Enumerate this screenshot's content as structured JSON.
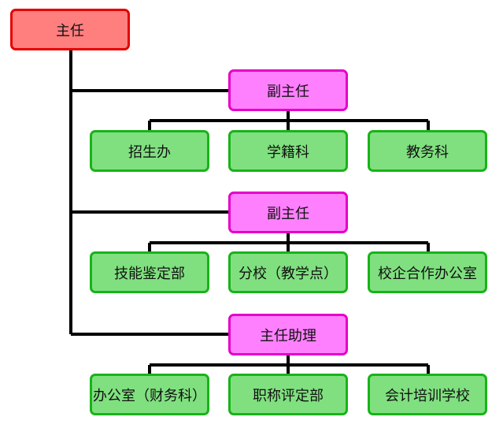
{
  "colors": {
    "root_fill": "#ff7f7f",
    "root_border": "#e60000",
    "deputy_fill": "#ff80ff",
    "deputy_border": "#e600c8",
    "dept_fill": "#80e080",
    "dept_border": "#19b319",
    "connector": "#000000"
  },
  "root": {
    "label": "主任"
  },
  "branches": [
    {
      "label": "副主任",
      "children": [
        "招生办",
        "学籍科",
        "教务科"
      ]
    },
    {
      "label": "副主任",
      "children": [
        "技能鉴定部",
        "分校（教学点）",
        "校企合作办公室"
      ]
    },
    {
      "label": "主任助理",
      "children": [
        "办公室（财务科）",
        "职称评定部",
        "会计培训学校"
      ]
    }
  ]
}
